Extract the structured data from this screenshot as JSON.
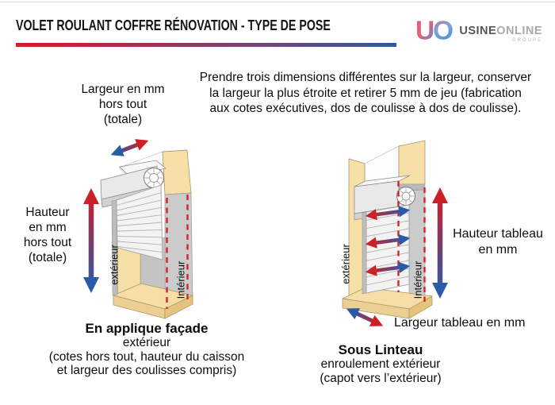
{
  "header": {
    "title": "VOLET ROULANT COFFRE RÉNOVATION - TYPE DE POSE",
    "logo": {
      "monogram_u": "U",
      "monogram_o": "O",
      "brand_primary": "USINE",
      "brand_secondary": "ONLINE",
      "groupe": "GROUPE"
    }
  },
  "intro": {
    "line1": "Prendre trois dimensions différentes sur la largeur, conserver",
    "line2": "la largeur la plus étroite et retirer 5 mm de jeu (fabrication",
    "line3": "aux cotes exécutives, dos de coulisse à dos de coulisse)."
  },
  "left_diagram": {
    "width_label_1": "Largeur en mm",
    "width_label_2": "hors tout",
    "width_label_3": "(totale)",
    "height_label_1": "Hauteur",
    "height_label_2": "en mm",
    "height_label_3": "hors tout",
    "height_label_4": "(totale)",
    "exterior_label": "extérieur",
    "interior_label": "Intérieur",
    "caption_title": "En applique façade",
    "caption_line2": "extérieur",
    "caption_line3": "(cotes hors tout, hauteur du caisson",
    "caption_line4": "et largeur des coulisses compris)"
  },
  "right_diagram": {
    "height_label_1": "Hauteur tableau",
    "height_label_2": "en mm",
    "width_label": "Largeur tableau en mm",
    "exterior_label": "extérieur",
    "interior_label": "Intérieur",
    "caption_title": "Sous Linteau",
    "caption_line2": "enroulement extérieur",
    "caption_line3": "(capot vers l’extérieur)"
  },
  "colors": {
    "arrow_red": "#cc2027",
    "arrow_blue": "#2a5aa8",
    "dashed_red": "#d2232a",
    "wall_beige": "#f7dfa8",
    "wall_gray": "#cbcbcb",
    "logo_pink": "#e2607a",
    "logo_blue": "#4e8fd0"
  }
}
